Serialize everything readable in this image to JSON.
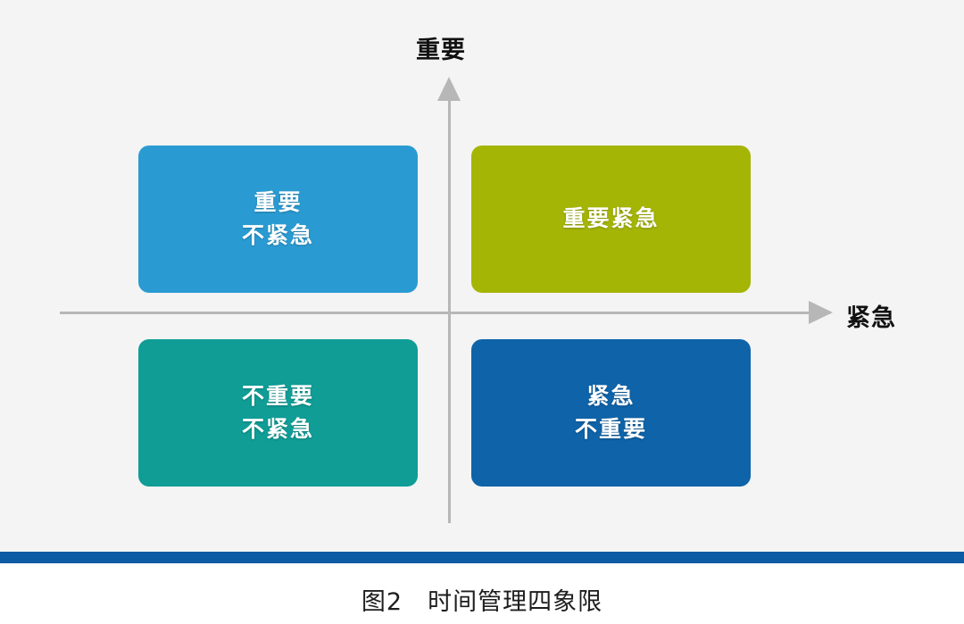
{
  "figure": {
    "caption": "图2　时间管理四象限",
    "background_color": "#f4f4f4",
    "rule_color": "#0b5ca5"
  },
  "axes": {
    "vertical_label": "重要",
    "horizontal_label": "紧急",
    "axis_color": "#b7b7b7"
  },
  "chart_data": {
    "type": "scatter",
    "title": "时间管理四象限",
    "xlabel": "紧急",
    "ylabel": "重要",
    "quadrants": [
      {
        "position": "top-left",
        "lines": [
          "重要",
          "不紧急"
        ],
        "color": "#2a9bd2",
        "shadow_color": "#1b6f9b"
      },
      {
        "position": "top-right",
        "lines": [
          "重要紧急"
        ],
        "color": "#a4b505",
        "shadow_color": "#7a8700"
      },
      {
        "position": "bottom-left",
        "lines": [
          "不重要",
          "不紧急"
        ],
        "color": "#0f9d96",
        "shadow_color": "#0a6d69"
      },
      {
        "position": "bottom-right",
        "lines": [
          "紧急",
          "不重要"
        ],
        "color": "#0f63a8",
        "shadow_color": "#0a4576"
      }
    ]
  }
}
